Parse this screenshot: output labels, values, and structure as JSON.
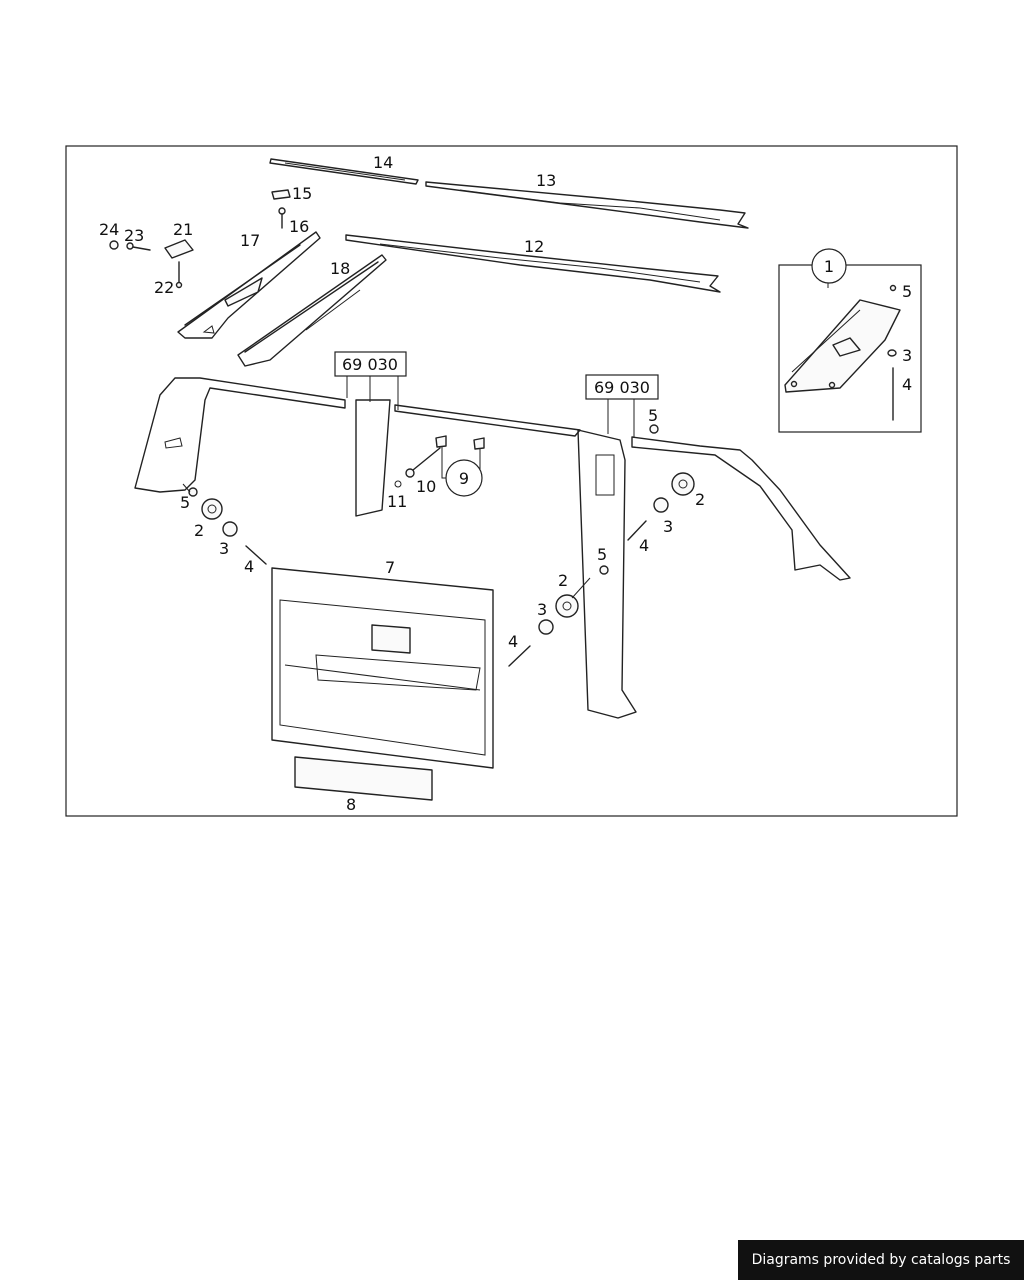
{
  "callouts": {
    "c1": "1",
    "c2": "2",
    "c3": "3",
    "c4": "4",
    "c5": "5",
    "c7": "7",
    "c8": "8",
    "c9": "9",
    "c10": "10",
    "c11": "11",
    "c12": "12",
    "c13": "13",
    "c14": "14",
    "c15": "15",
    "c16": "16",
    "c17": "17",
    "c18": "18",
    "c21": "21",
    "c22": "22",
    "c23": "23",
    "c24": "24"
  },
  "references": {
    "ref_a": "69 030",
    "ref_b": "69 030"
  },
  "footer": {
    "text": "Diagrams provided by catalogs parts"
  }
}
